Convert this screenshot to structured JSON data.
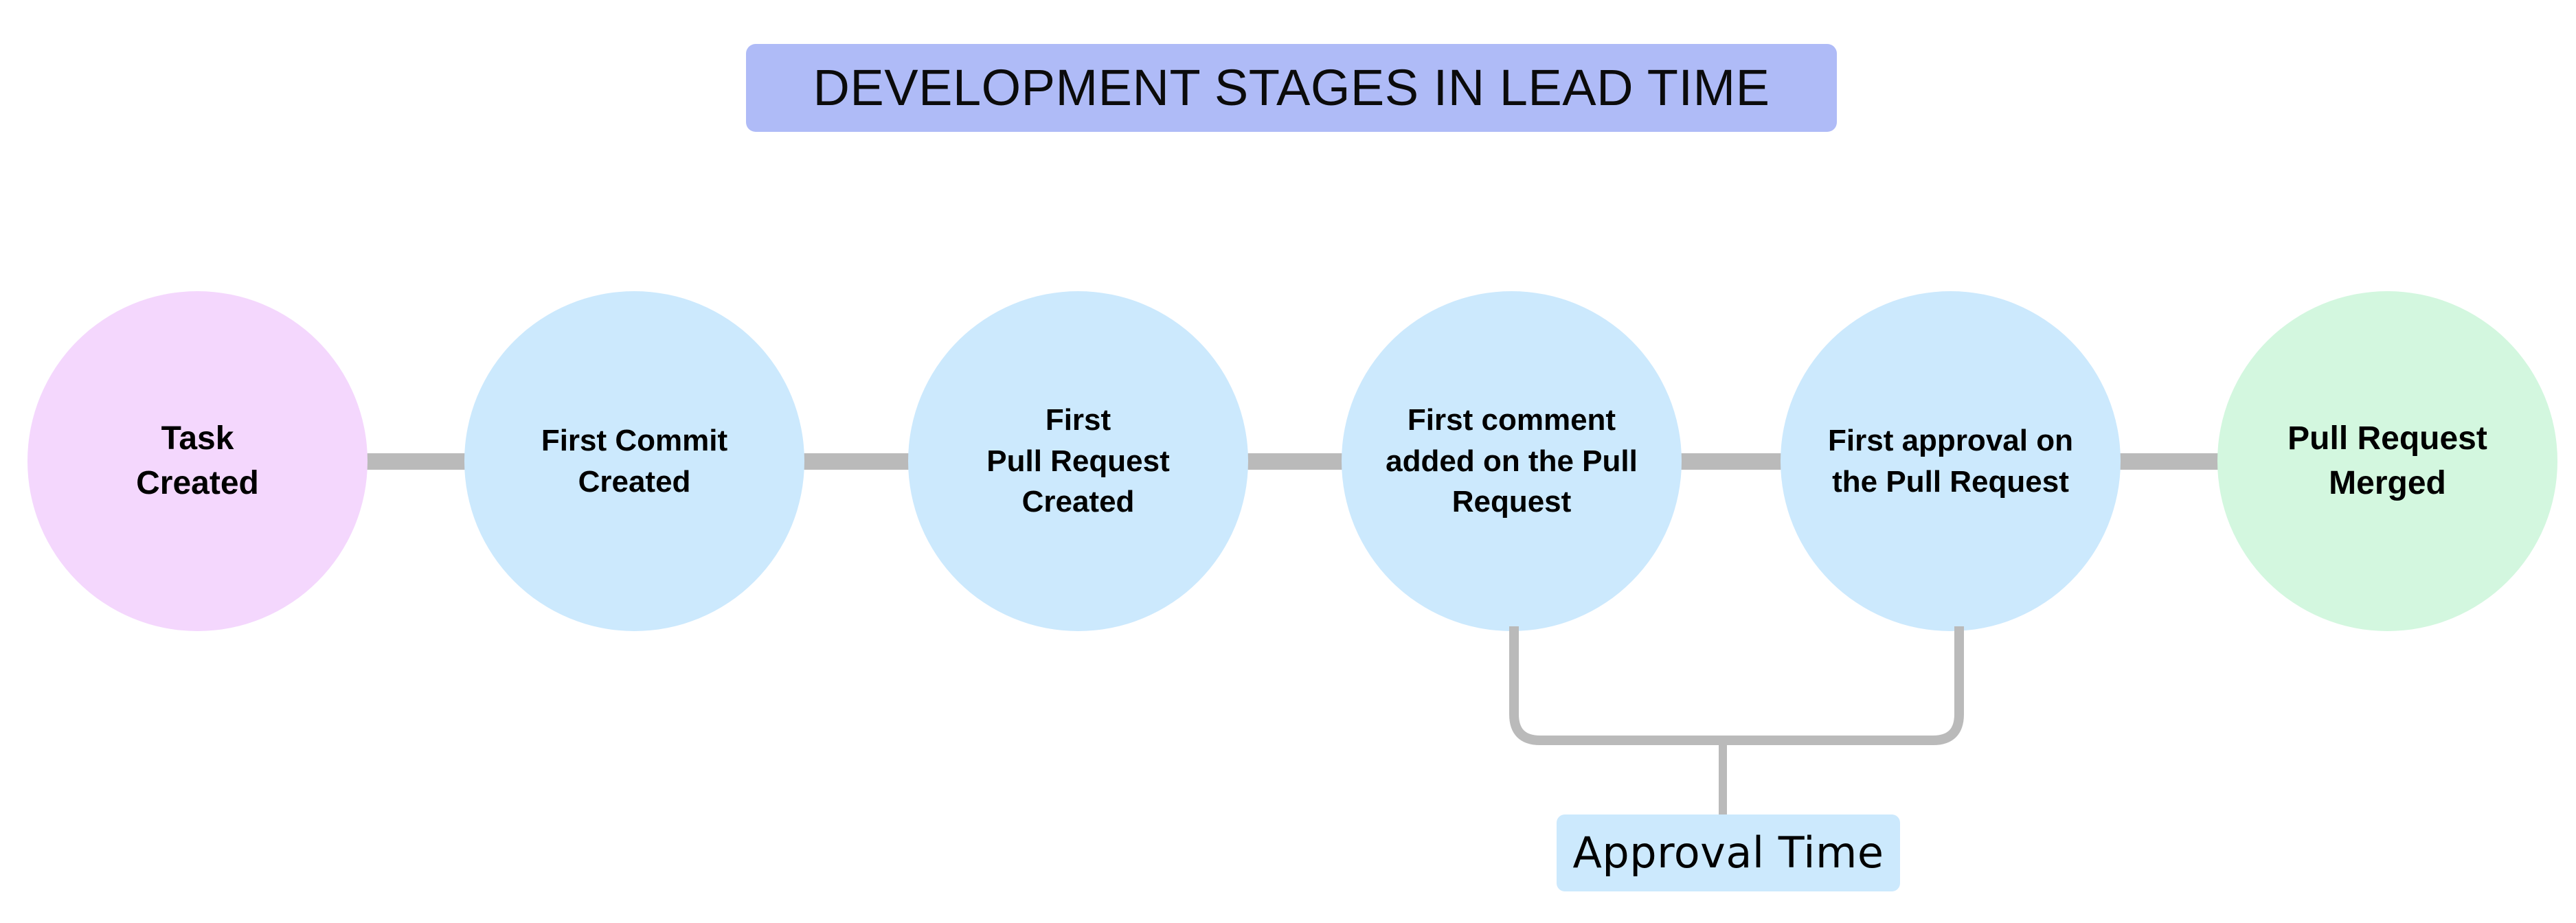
{
  "diagram": {
    "title": "DEVELOPMENT STAGES IN LEAD TIME",
    "title_bg_color": "#AFBBF7",
    "background_color": "#FFFFFF",
    "connector_color": "#BABABA",
    "nodes": [
      {
        "id": "task-created",
        "label": "Task\nCreated",
        "color": "#F4D7FD",
        "shape": "circle"
      },
      {
        "id": "first-commit",
        "label": "First Commit\nCreated",
        "color": "#CCE9FD",
        "shape": "circle"
      },
      {
        "id": "first-pr",
        "label": "First\nPull Request\nCreated",
        "color": "#CCE9FD",
        "shape": "circle"
      },
      {
        "id": "first-comment",
        "label": "First comment\nadded on the Pull\nRequest",
        "color": "#CCE9FD",
        "shape": "circle"
      },
      {
        "id": "first-approval",
        "label": "First approval on\nthe Pull Request",
        "color": "#CCE9FD",
        "shape": "circle"
      },
      {
        "id": "pr-merged",
        "label": "Pull Request\nMerged",
        "color": "#D3F7DF",
        "shape": "circle"
      }
    ],
    "annotation": {
      "label": "Approval Time",
      "bg_color": "#CCE9FD",
      "spans_from": "first-comment",
      "spans_to": "first-approval"
    }
  }
}
